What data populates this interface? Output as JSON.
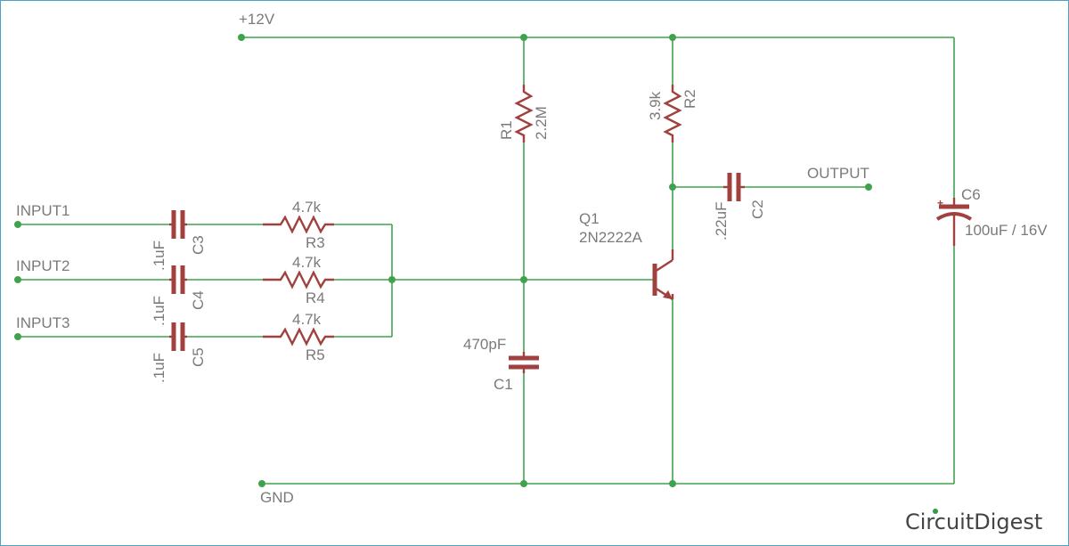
{
  "diagram": {
    "labels": {
      "vcc": "+12V",
      "gnd": "GND",
      "output": "OUTPUT",
      "input1": "INPUT1",
      "input2": "INPUT2",
      "input3": "INPUT3",
      "r1_name": "R1",
      "r1_value": "2.2M",
      "r2_name": "R2",
      "r2_value": "3.9k",
      "r3_name": "R3",
      "r3_value": "4.7k",
      "r4_name": "R4",
      "r4_value": "4.7k",
      "r5_name": "R5",
      "r5_value": "4.7k",
      "c1_name": "C1",
      "c1_value": "470pF",
      "c2_name": "C2",
      "c2_value": ".22uF",
      "c3_name": "C3",
      "c3_value": ".1uF",
      "c4_name": "C4",
      "c4_value": ".1uF",
      "c5_name": "C5",
      "c5_value": ".1uF",
      "c6_name": "C6",
      "c6_value": "100uF / 16V",
      "c6_plus": "+",
      "q1_name": "Q1",
      "q1_value": "2N2222A"
    },
    "colors": {
      "wire": "#3fa34d",
      "component": "#a0403f",
      "text": "#7a7a7a",
      "frame": "#4aa3c0",
      "brand_accent": "#2f9e44"
    }
  },
  "brand": {
    "part1": "Circuit",
    "part2": "Digest"
  }
}
